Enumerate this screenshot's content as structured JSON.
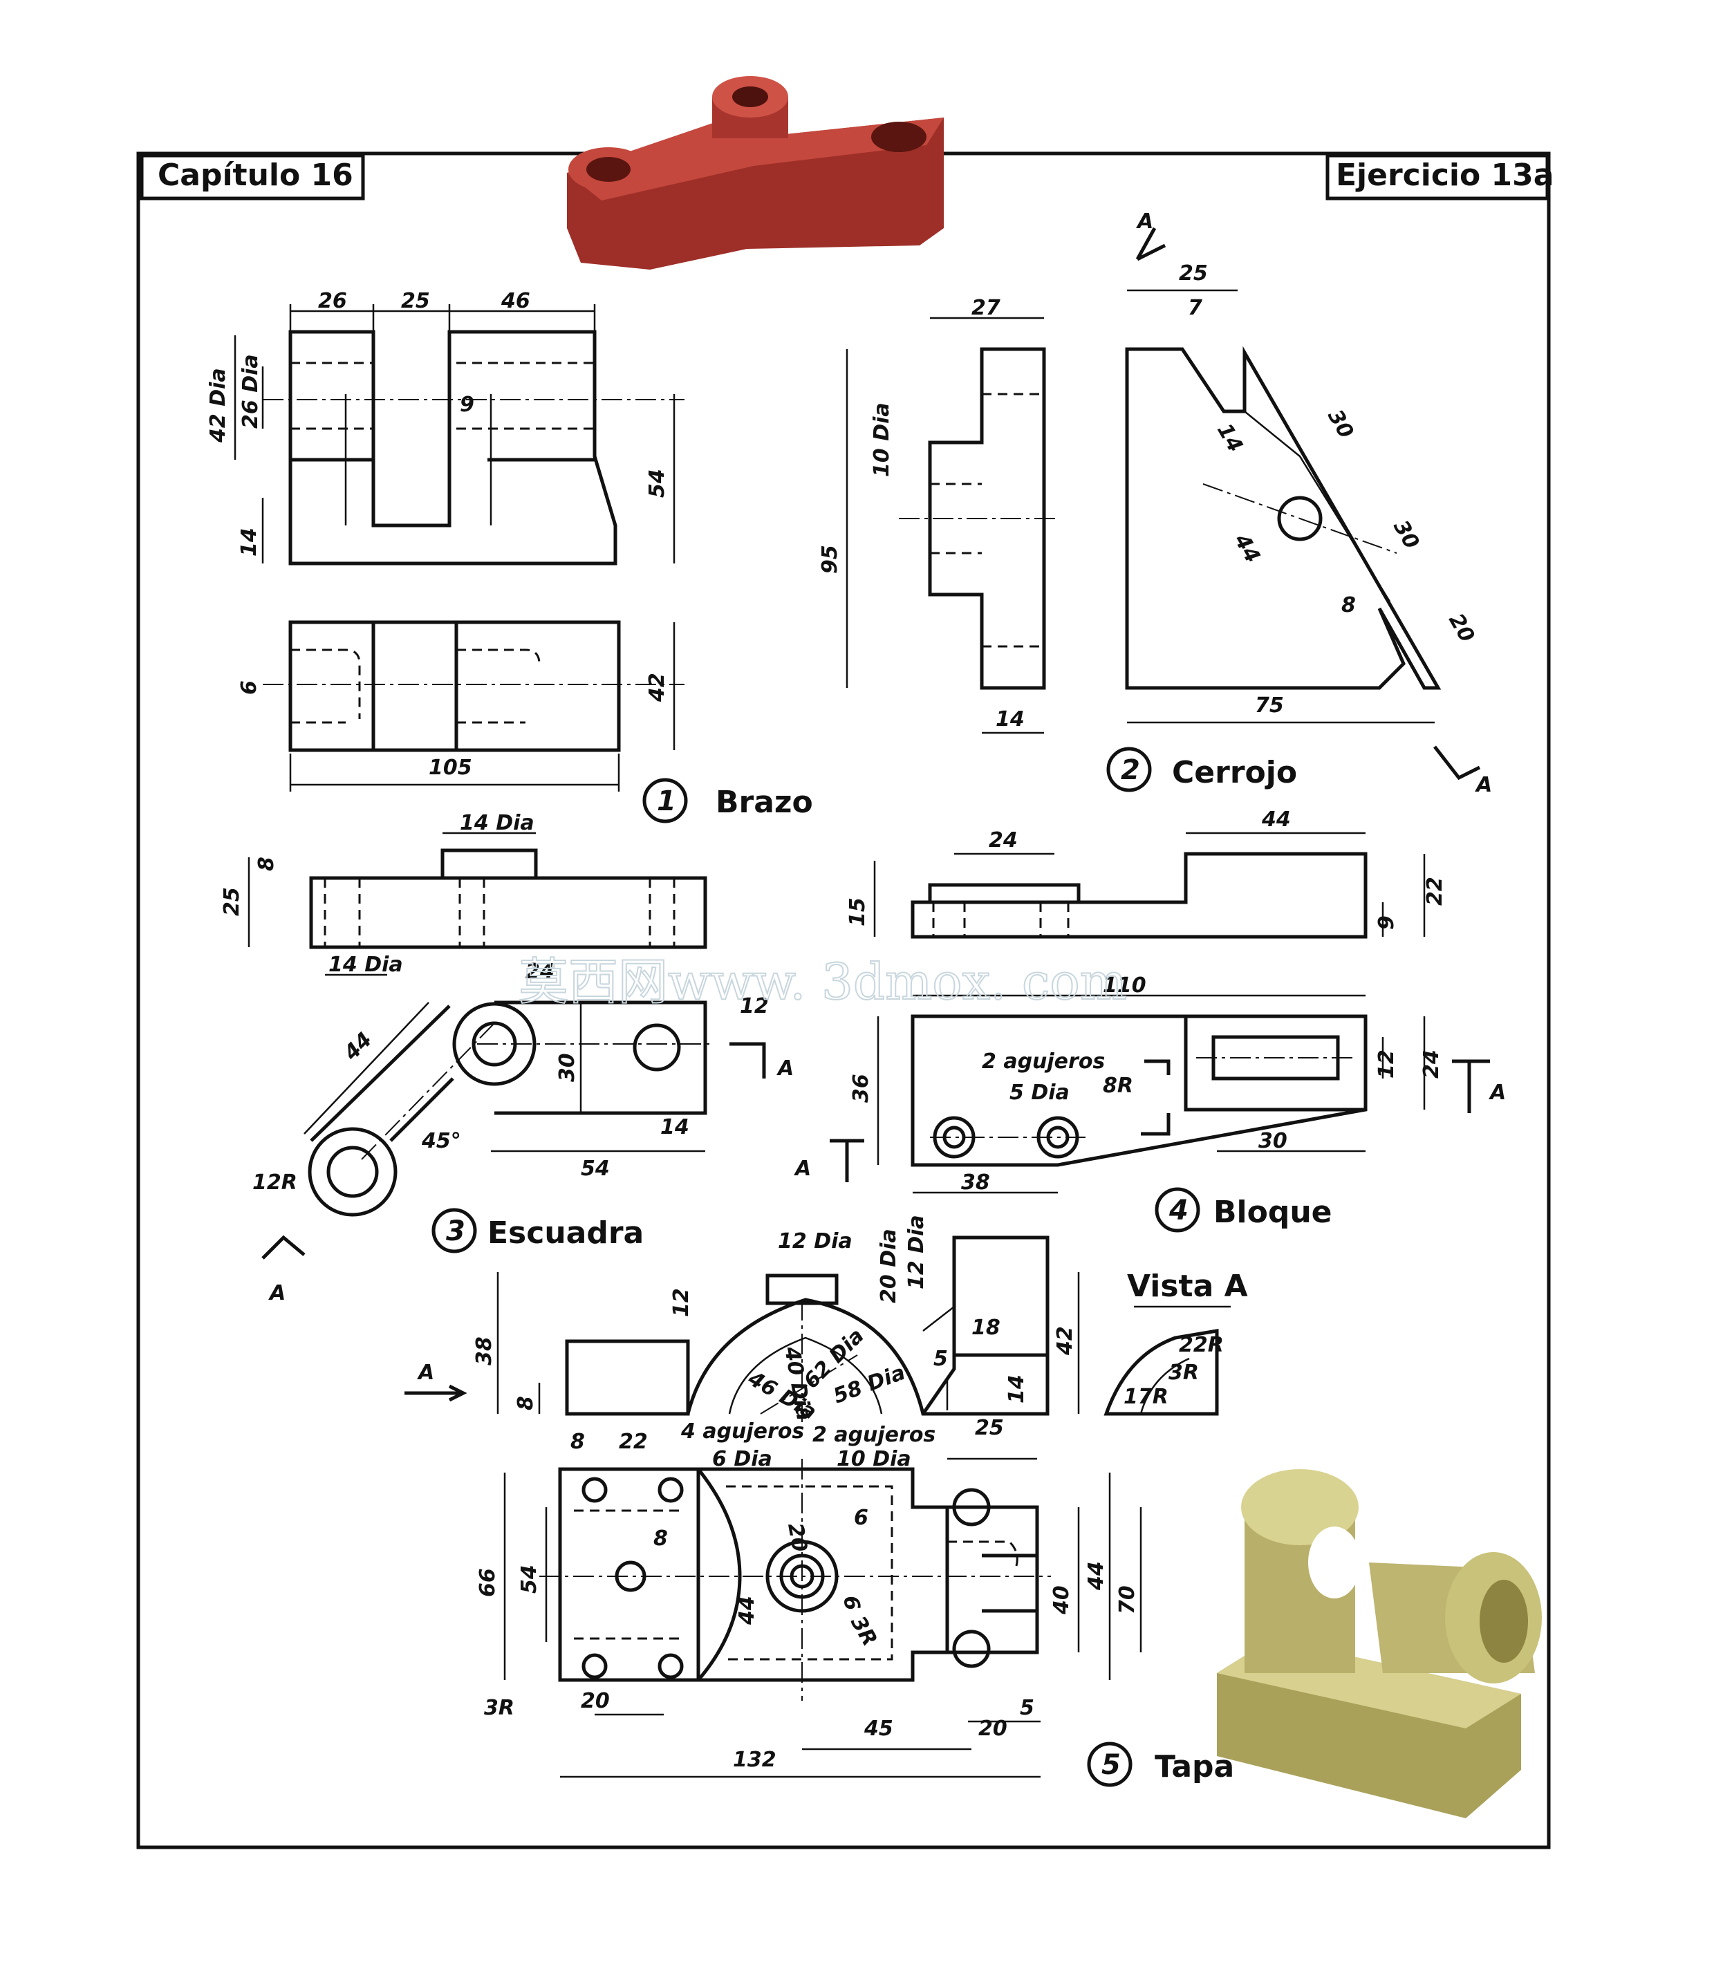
{
  "header": {
    "chapter": "Capítulo 16",
    "exercise": "Ejercicio 13a"
  },
  "parts": {
    "p1": {
      "number": "1",
      "name": "Brazo"
    },
    "p2": {
      "number": "2",
      "name": "Cerrojo"
    },
    "p3": {
      "number": "3",
      "name": "Escuadra"
    },
    "p4": {
      "number": "4",
      "name": "Bloque"
    },
    "p5": {
      "number": "5",
      "name": "Tapa"
    }
  },
  "view_label": "Vista A",
  "section_letter": "A",
  "watermark": "莫西网www. 3dmox. com",
  "notes": {
    "holes_2": "2 agujeros",
    "holes_4": "4 agujeros",
    "holes_2b": "2 agujeros"
  },
  "dims": {
    "brazo": [
      "26",
      "25",
      "46",
      "42 Dia",
      "26 Dia",
      "9",
      "54",
      "14",
      "6",
      "42",
      "105"
    ],
    "cerrojo": [
      "27",
      "10 Dia",
      "95",
      "14",
      "25",
      "7",
      "30",
      "14",
      "44",
      "30",
      "8",
      "20",
      "75"
    ],
    "escuadra": [
      "14 Dia",
      "8",
      "25",
      "14 Dia",
      "24",
      "12",
      "44",
      "30",
      "45°",
      "14",
      "54",
      "12R"
    ],
    "bloque": [
      "24",
      "44",
      "15",
      "9",
      "22",
      "110",
      "36",
      "5 Dia",
      "8R",
      "12",
      "24",
      "30",
      "38"
    ],
    "tapa": [
      "12 Dia",
      "20 Dia",
      "12 Dia",
      "12",
      "38",
      "8",
      "18",
      "42",
      "5",
      "14",
      "40 Dia",
      "46 Dia",
      "62 Dia",
      "58 Dia",
      "22R",
      "3R",
      "17R",
      "8",
      "22",
      "6 Dia",
      "10 Dia",
      "25",
      "66",
      "54",
      "8",
      "20",
      "6",
      "6",
      "3R",
      "44",
      "44",
      "40",
      "70",
      "3R",
      "20",
      "45",
      "20",
      "5",
      "132"
    ]
  },
  "colors": {
    "line": "#111111",
    "part_red": "#b03a30",
    "part_gold": "#c9c27a"
  }
}
